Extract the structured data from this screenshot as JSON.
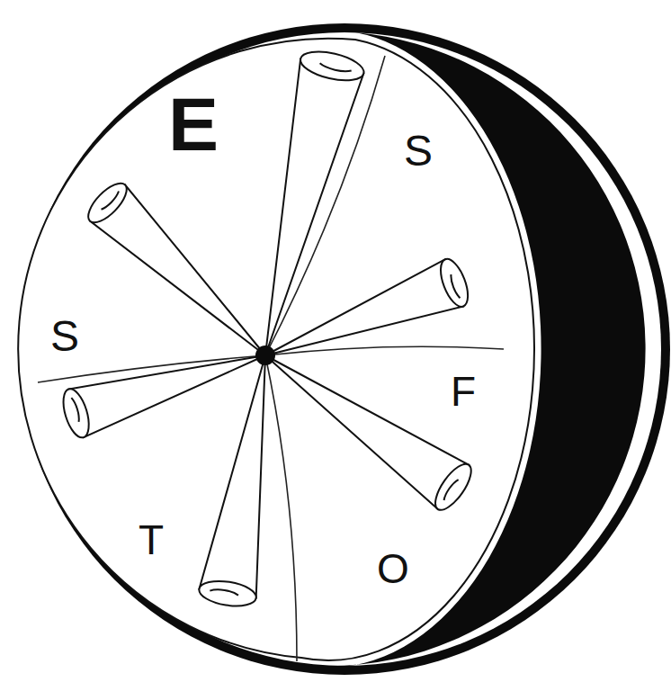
{
  "diagram": {
    "labels": [
      "E",
      "S",
      "S",
      "F",
      "T",
      "O"
    ]
  }
}
